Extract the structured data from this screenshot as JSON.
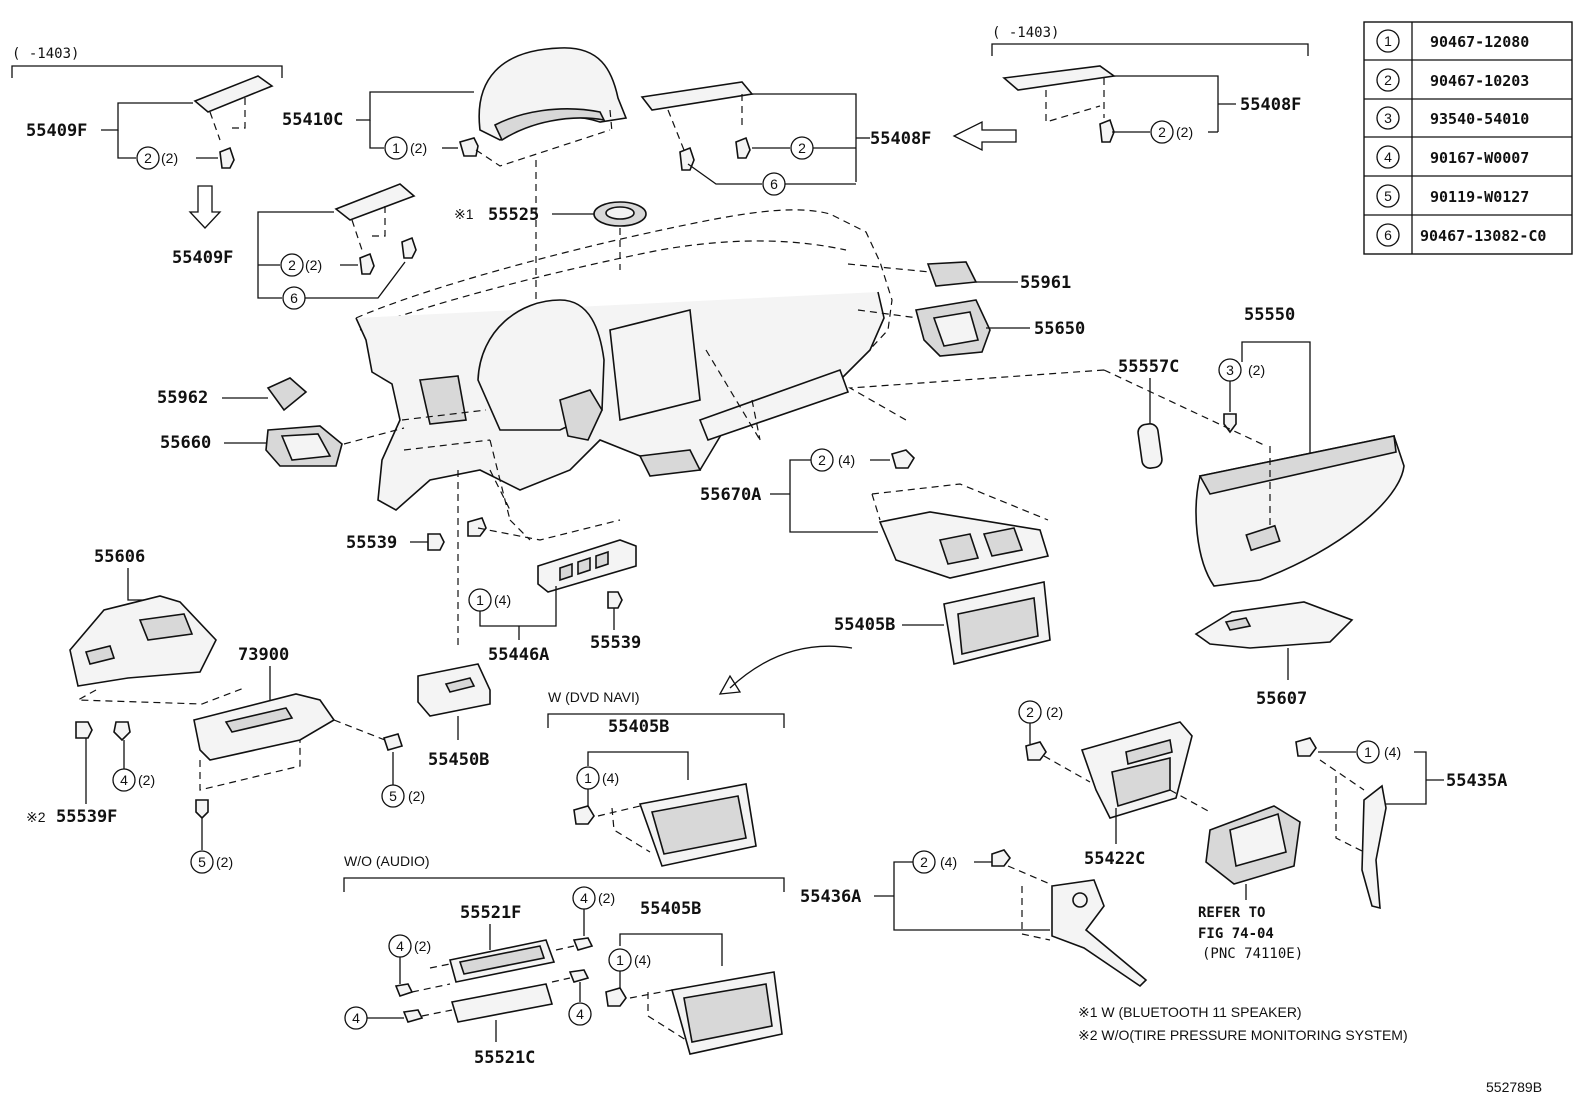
{
  "date_notes": {
    "left": "(      -1403)",
    "right": "(      -1403)"
  },
  "part_labels": {
    "p55409F_top": "55409F",
    "p55409F_bot": "55409F",
    "p55410C": "55410C",
    "p55408F_mid": "55408F",
    "p55408F_right": "55408F",
    "p55525": "55525",
    "p55961": "55961",
    "p55650": "55650",
    "p55550": "55550",
    "p55557C": "55557C",
    "p55962": "55962",
    "p55660": "55660",
    "p55670A": "55670A",
    "p55539_a": "55539",
    "p55539_b": "55539",
    "p55606": "55606",
    "p55446A": "55446A",
    "p55405B_main": "55405B",
    "p55607": "55607",
    "p73900": "73900",
    "p55450B": "55450B",
    "p55539F": "55539F",
    "p55405B_dvd": "55405B",
    "p55422C": "55422C",
    "p55435A": "55435A",
    "p55436A": "55436A",
    "p55521F": "55521F",
    "p55405B_audio": "55405B",
    "p55521C": "55521C"
  },
  "markers": {
    "m1": "※1",
    "m2": "※2"
  },
  "callouts": {
    "c1_2": "(2)",
    "c1_4": "(4)",
    "c2_2": "(2)",
    "c2_4": "(4)",
    "c3_2": "(2)",
    "c4_2": "(2)",
    "c5_2": "(2)"
  },
  "circle_numbers": [
    "1",
    "2",
    "3",
    "4",
    "5",
    "6"
  ],
  "sections": {
    "dvd": "W (DVD  NAVI)",
    "audio": "W/O (AUDIO)"
  },
  "refer": {
    "line1": "REFER TO",
    "line2": "FIG 74-04",
    "line3": "(PNC 74110E)"
  },
  "footnotes": {
    "n1": "※1  W (BLUETOOTH  11 SPEAKER)",
    "n2": "※2  W/O(TIRE PRESSURE MONITORING SYSTEM)"
  },
  "diagram_id": "552789B",
  "fastener_table": [
    {
      "key": "1",
      "part": "90467-12080"
    },
    {
      "key": "2",
      "part": "90467-10203"
    },
    {
      "key": "3",
      "part": "93540-54010"
    },
    {
      "key": "4",
      "part": "90167-W0007"
    },
    {
      "key": "5",
      "part": "90119-W0127"
    },
    {
      "key": "6",
      "part": "90467-13082-C0"
    }
  ]
}
